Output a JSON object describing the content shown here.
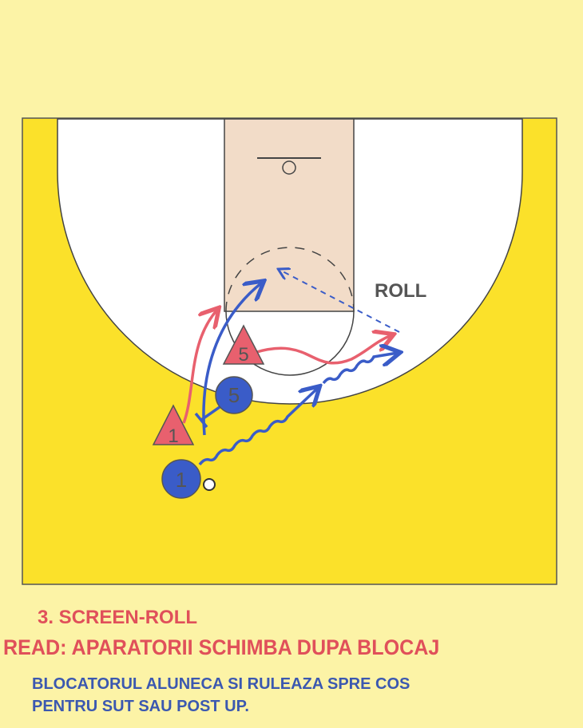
{
  "diagram": {
    "roll_label": "ROLL",
    "players": {
      "defender_5": "5",
      "defender_1": "1",
      "offense_5": "5",
      "offense_1": "1"
    },
    "colors": {
      "defense": "#e8606e",
      "offense": "#3a5cc8",
      "court": "#fbe12a",
      "lane": "#f2dcc8"
    }
  },
  "caption": {
    "title": "3. SCREEN-ROLL",
    "read": "READ: APARATORII SCHIMBA DUPA BLOCAJ",
    "line1": "BLOCATORUL ALUNECA SI RULEAZA SPRE COS",
    "line2": "PENTRU SUT SAU POST UP."
  }
}
